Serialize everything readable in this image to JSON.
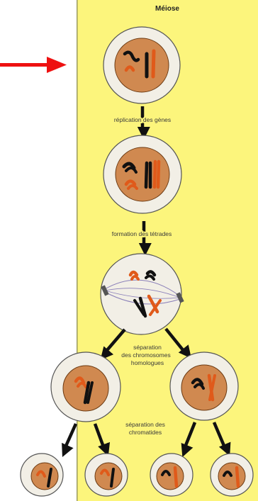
{
  "title": "Méiose",
  "steps": {
    "replication": "réplication des gènes",
    "tetrads": "formation des tétrades",
    "homologs": [
      "séparation",
      "des chromosomes",
      "homologues"
    ],
    "chromatids": [
      "séparation des",
      "chromatides"
    ]
  },
  "colors": {
    "panel": "#fcf57c",
    "cell_ring": "#f2efe6",
    "nucleus": "#d08950",
    "chrom_dark": "#111111",
    "chrom_orange": "#e05a1a",
    "pointer_arrow": "#ee1111",
    "spindle": "#8a7fb8"
  }
}
